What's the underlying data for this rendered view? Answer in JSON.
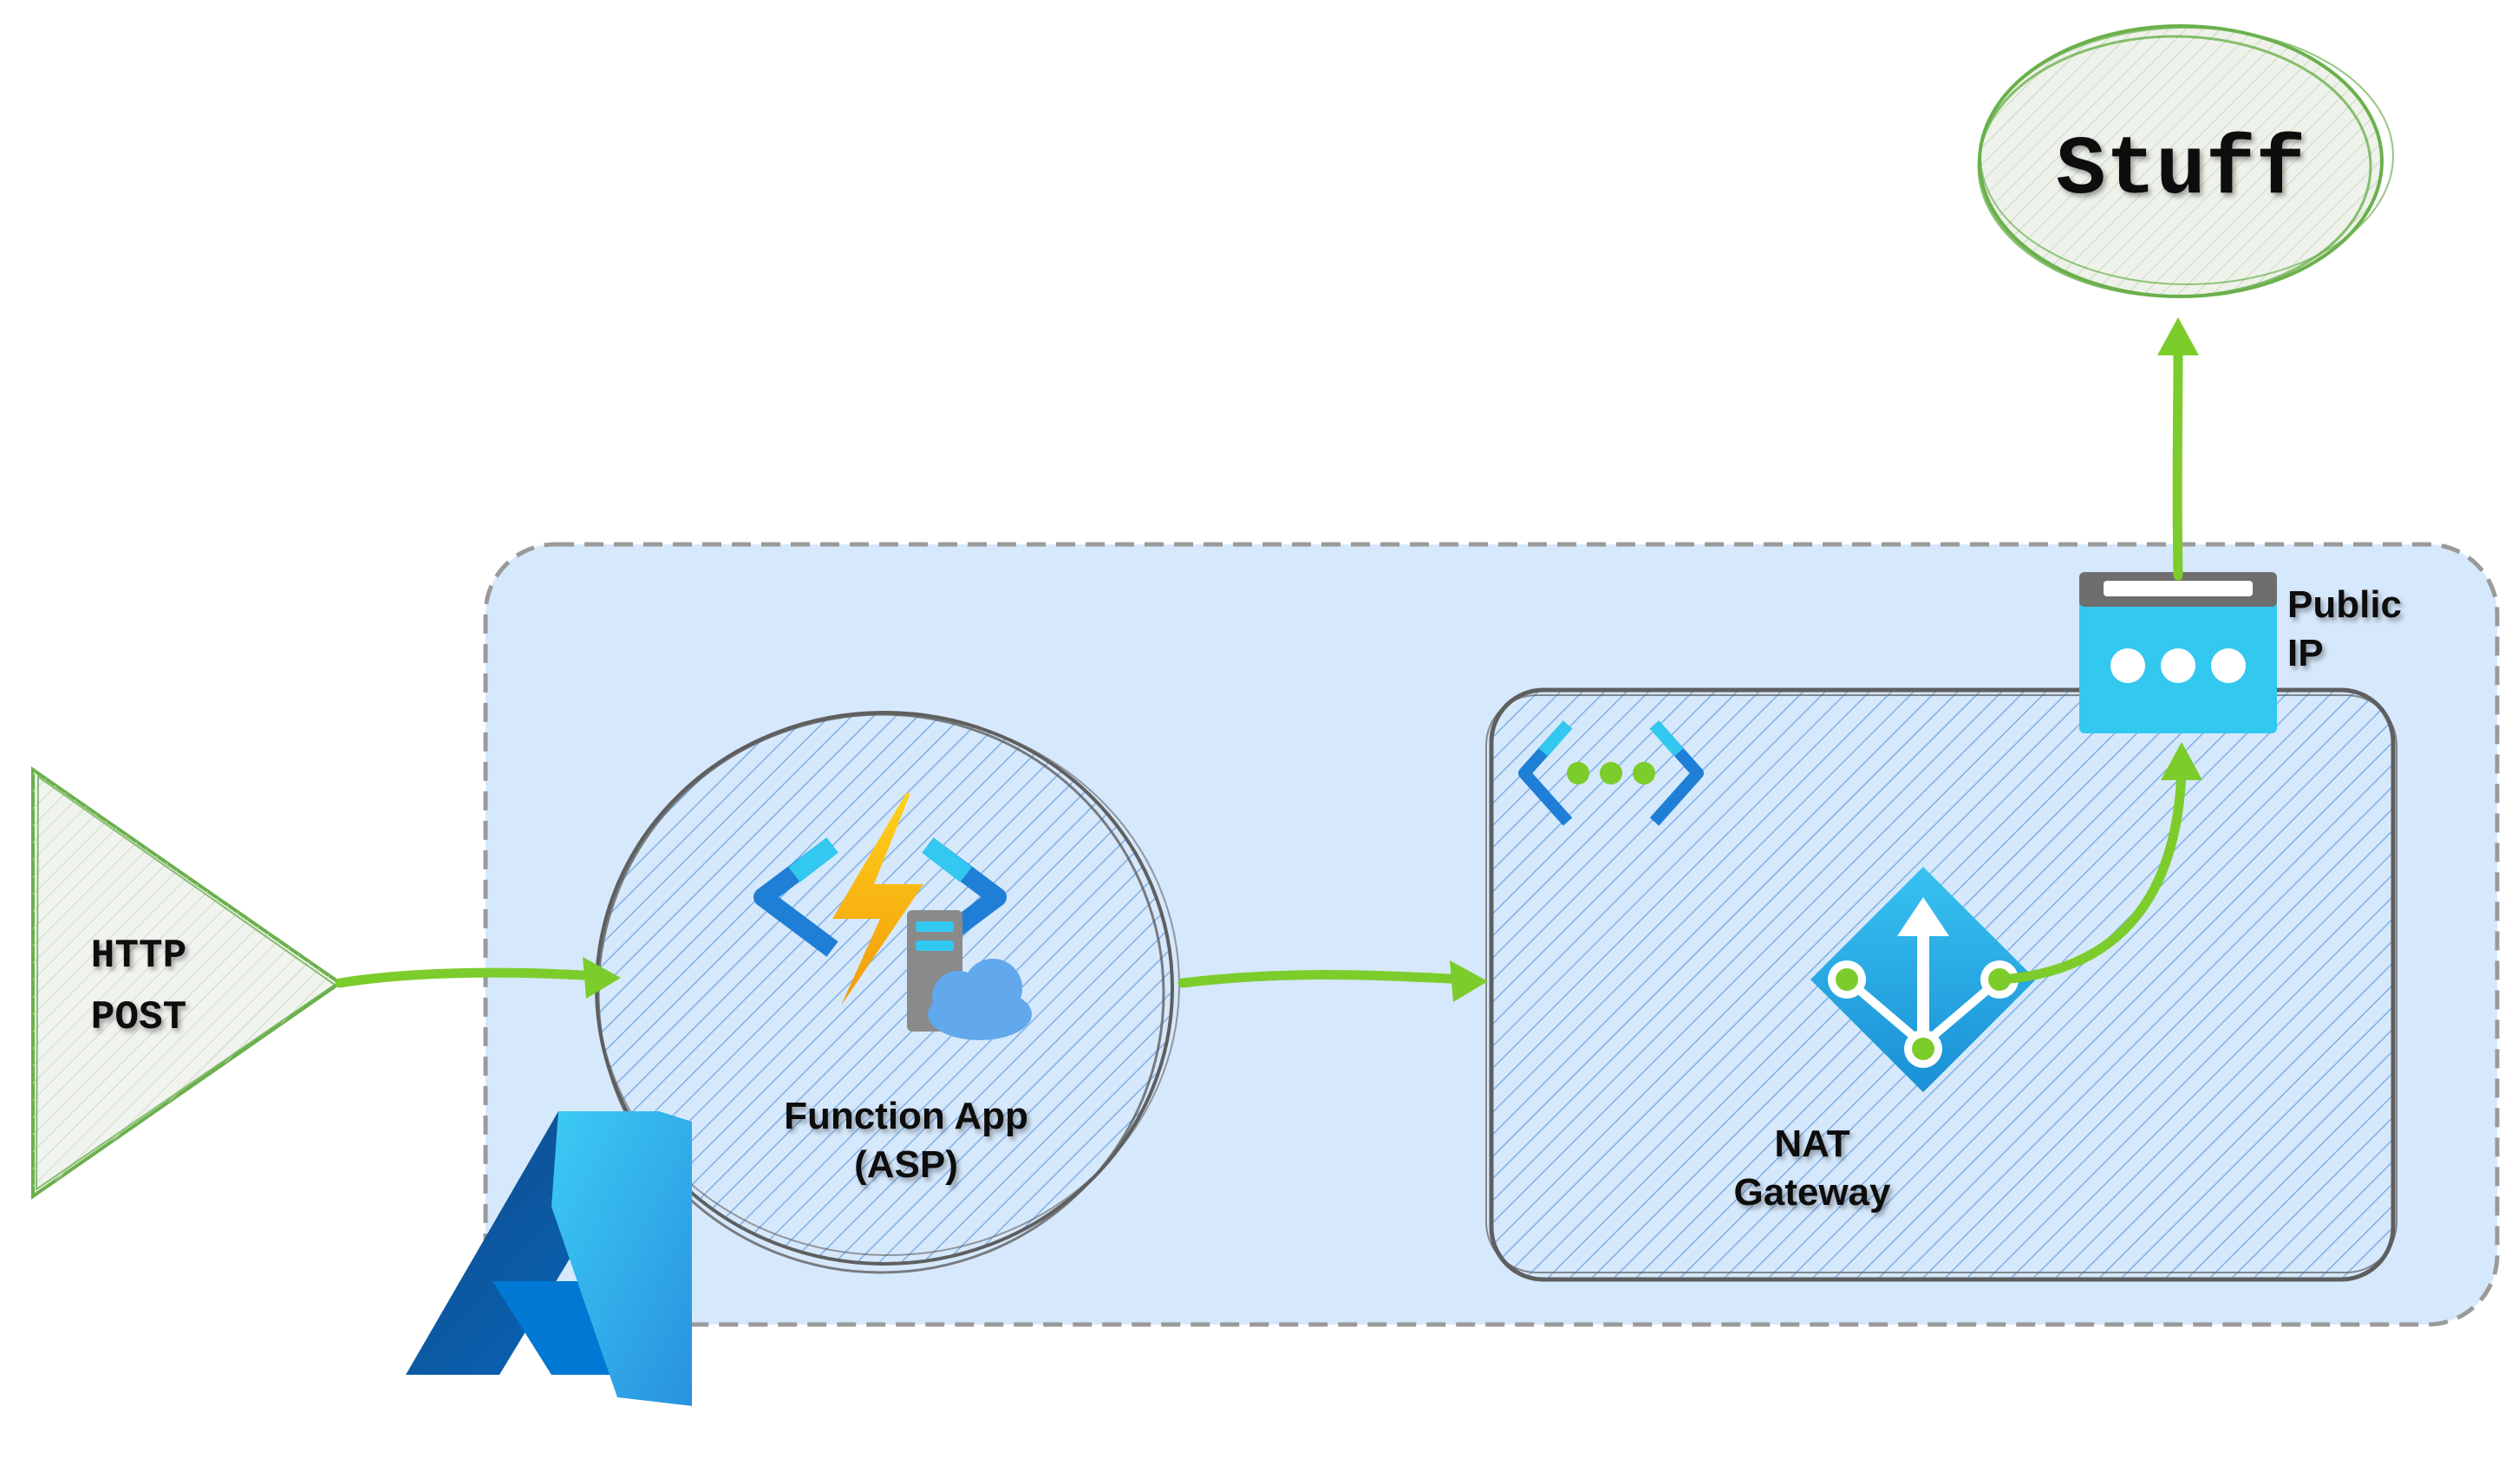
{
  "nodes": {
    "http_post": {
      "line1": "HTTP",
      "line2": "POST"
    },
    "function_app": {
      "line1": "Function App",
      "line2": "(ASP)"
    },
    "nat_gateway": {
      "line1": "NAT",
      "line2": "Gateway"
    },
    "public_ip": {
      "line1": "Public",
      "line2": "IP"
    },
    "stuff": {
      "label": "Stuff"
    }
  },
  "colors": {
    "azure_boundary_fill": "#d6e8fc",
    "azure_boundary_stroke": "#9a9a9a",
    "hatch_blue": "#7fb0e6",
    "connector_green": "#7ccc2c",
    "node_outline_green": "#6ab04c",
    "sketch_gray": "#5f5f5f",
    "icon_cyan": "#32c8f0",
    "icon_dark_blue": "#1f5fb8"
  },
  "icons": [
    "azure-logo-icon",
    "function-app-icon",
    "vnet-icon",
    "nat-gateway-icon",
    "public-ip-icon"
  ]
}
